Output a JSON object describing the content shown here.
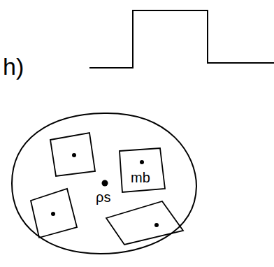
{
  "diagram": {
    "nodes": [
      {
        "text": [
          "ρs"
        ]
      },
      {
        "text": [
          "mb"
        ],
        "in": 0
      }
    ],
    "labels": [
      "h)"
    ]
  }
}
